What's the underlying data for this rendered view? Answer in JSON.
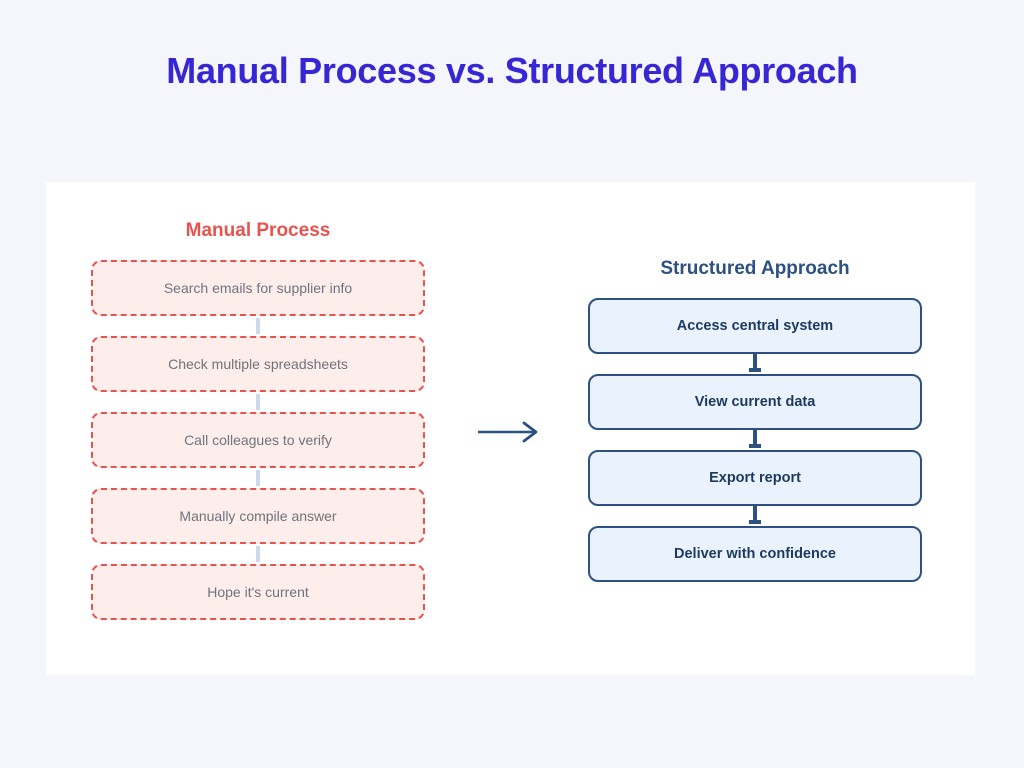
{
  "title": "Manual Process vs. Structured Approach",
  "colors": {
    "background": "#f5f6fb",
    "panel": "#ffffff",
    "title": "#3726d4",
    "manual_accent": "#e8534f",
    "manual_fill": "#fdeeec",
    "manual_text": "#6f737c",
    "structured_accent": "#2d5282",
    "structured_fill": "#eaf2fd",
    "structured_text": "#1c3a5e",
    "manual_connector": "#ccd9ea"
  },
  "columns": {
    "manual": {
      "header": "Manual Process",
      "steps": [
        "Search emails for supplier info",
        "Check multiple spreadsheets",
        "Call colleagues to verify",
        "Manually compile answer",
        "Hope it's current"
      ]
    },
    "structured": {
      "header": "Structured Approach",
      "steps": [
        "Access central system",
        "View current data",
        "Export report",
        "Deliver with confidence"
      ]
    }
  },
  "transition": {
    "icon": "arrow-right-icon"
  }
}
